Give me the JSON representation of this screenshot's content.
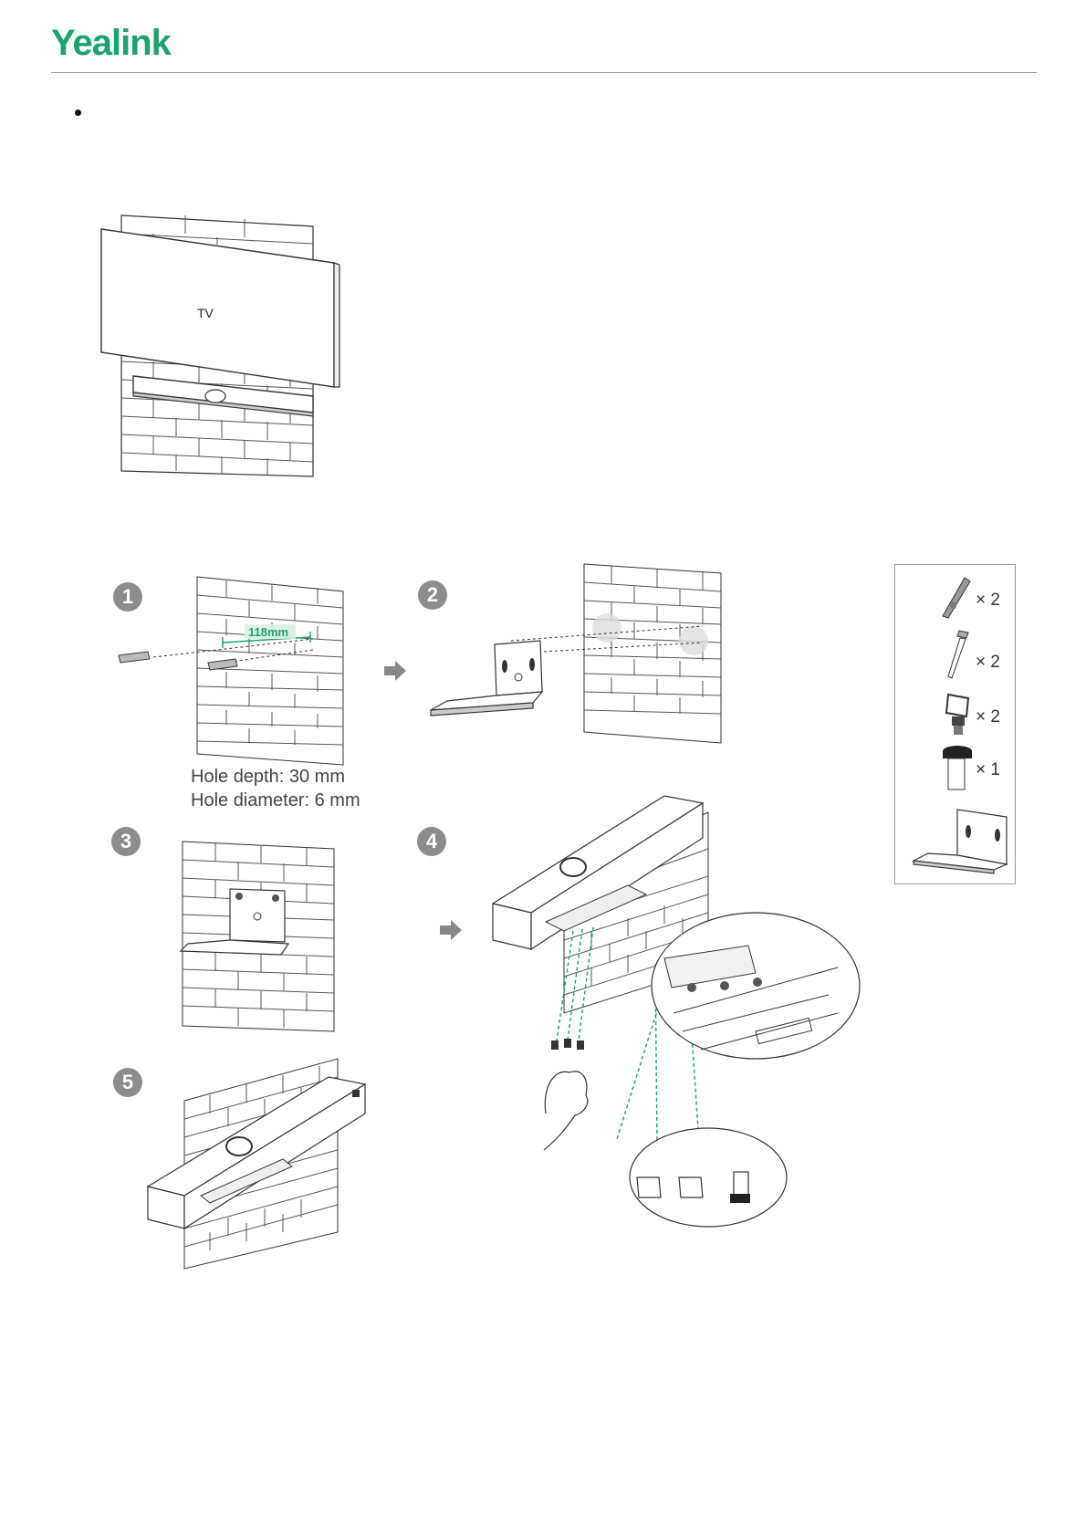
{
  "header": {
    "logo_text": "Yealink",
    "brand_color": "#1aa36f"
  },
  "figure_tv": {
    "tv_label": "TV"
  },
  "steps": {
    "labels": [
      "1",
      "2",
      "3",
      "4",
      "5"
    ]
  },
  "step1": {
    "measurement": "118mm",
    "hole_depth": "Hole depth: 30 mm",
    "hole_diameter": "Hole diameter: 6 mm"
  },
  "kit": {
    "items": [
      {
        "icon": "wall-anchor-icon",
        "qty": "× 2"
      },
      {
        "icon": "screw-icon",
        "qty": "× 2"
      },
      {
        "icon": "thumb-screw-icon",
        "qty": "× 2"
      },
      {
        "icon": "knob-screw-icon",
        "qty": "× 1"
      },
      {
        "icon": "mounting-bracket-icon",
        "qty": ""
      }
    ]
  },
  "colors": {
    "accent": "#1aa36f",
    "line": "#333333",
    "badge": "#8c8c8c"
  }
}
